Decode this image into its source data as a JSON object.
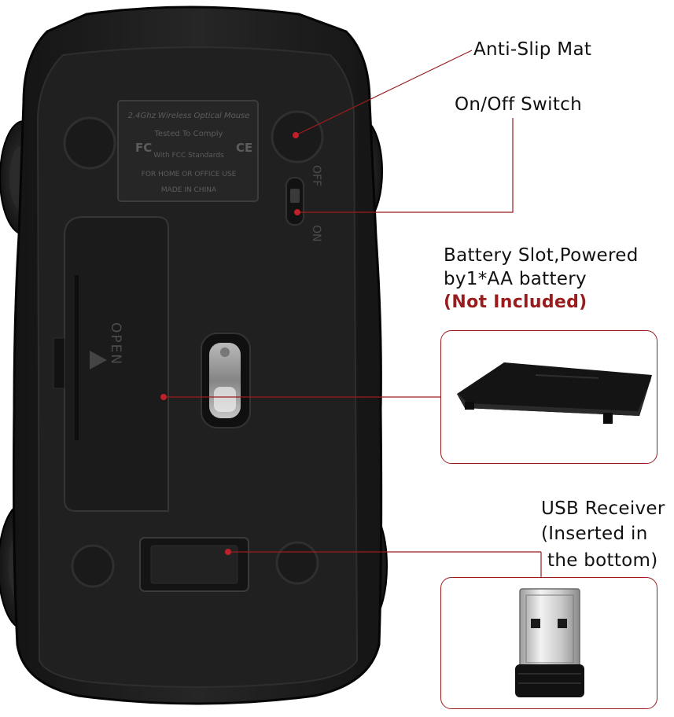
{
  "callouts": {
    "anti_slip": "Anti-Slip Mat",
    "switch": "On/Off Switch",
    "battery_line1": "Battery Slot,Powered",
    "battery_line2": "by1*AA battery",
    "battery_note": "(Not Included)",
    "usb_line1": "USB Receiver",
    "usb_line2": "(Inserted in",
    "usb_line3": "the bottom)"
  },
  "mouse_print": {
    "line1": "2.4Ghz Wireless Optical Mouse",
    "line2": "Tested To Comply",
    "line3": "FC",
    "line4": "With FCC Standards",
    "line5": "CE",
    "line6": "FOR HOME OR OFFICE USE",
    "line7": "MADE IN CHINA",
    "open_label": "OPEN",
    "off_label": "OFF",
    "on_label": "ON"
  },
  "colors": {
    "accent": "#9a1c1c",
    "mouse_body": "#1e1e1e"
  }
}
